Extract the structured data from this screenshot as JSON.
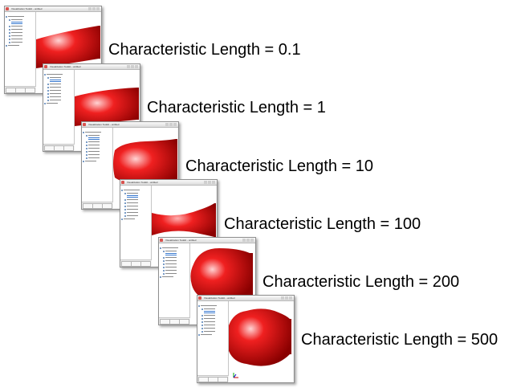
{
  "windows": [
    {
      "title": "Visualization Toolkit - untitled",
      "caption": "Characteristic Length = 0.1",
      "shape_color": "#e01010"
    },
    {
      "title": "Visualization Toolkit - untitled",
      "caption": "Characteristic Length = 1",
      "shape_color": "#e01010"
    },
    {
      "title": "Visualization Toolkit - untitled",
      "caption": "Characteristic Length = 10",
      "shape_color": "#e01010"
    },
    {
      "title": "Visualization Toolkit - untitled",
      "caption": "Characteristic Length = 100",
      "shape_color": "#e01010"
    },
    {
      "title": "Visualization Toolkit - untitled",
      "caption": "Characteristic Length = 200",
      "shape_color": "#e01010"
    },
    {
      "title": "Visualization Toolkit - untitled",
      "caption": "Characteristic Length = 500",
      "shape_color": "#e01010"
    }
  ],
  "tabs": [
    "Model",
    "Options",
    "Visibility"
  ],
  "icons": {
    "window_buttons": [
      "minimize-icon",
      "maximize-icon",
      "close-icon"
    ],
    "axis": "axis-triad-icon"
  }
}
